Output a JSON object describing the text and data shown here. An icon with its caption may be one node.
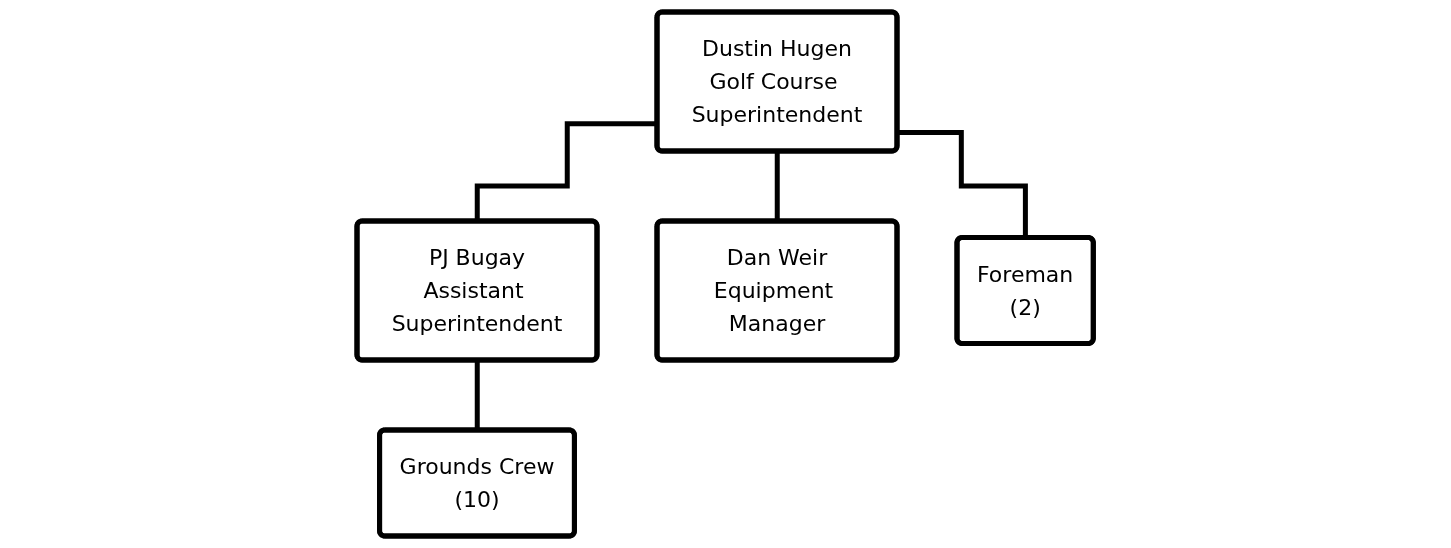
{
  "diagram": {
    "nodes": [
      {
        "text": [
          "Dustin Hugen",
          "Golf Course Superintendent"
        ]
      },
      {
        "text": [
          "PJ Bugay",
          "Assistant Superintendent"
        ]
      },
      {
        "text": [
          "Dan Weir",
          "Equipment Manager"
        ]
      },
      {
        "text": [
          "Foreman",
          "(2)"
        ]
      },
      {
        "text": [
          "Grounds Crew",
          "(10)"
        ]
      }
    ],
    "edges": [
      {
        "from": 0,
        "to": 1,
        "arrow": "none"
      },
      {
        "from": 0,
        "to": 2,
        "arrow": "none"
      },
      {
        "from": 0,
        "to": 3,
        "arrow": "none"
      },
      {
        "from": 1,
        "to": 4,
        "arrow": "none"
      }
    ]
  }
}
